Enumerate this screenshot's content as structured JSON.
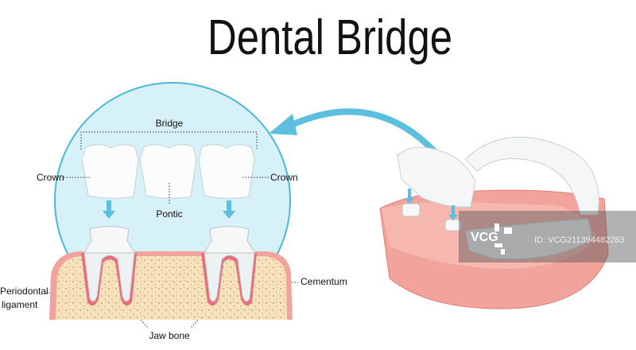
{
  "title": "Dental Bridge",
  "labels": {
    "bridge": "Bridge",
    "crown_left": "Crown",
    "crown_right": "Crown",
    "pontic": "Pontic",
    "cementum": "Cementum",
    "periodontal_1": "Periodontal",
    "periodontal_2": "ligament",
    "jaw_bone": "Jaw bone"
  },
  "watermark": {
    "logo": "VCG",
    "id": "ID: VCG211394482283"
  },
  "colors": {
    "circle_fill": "#d7f1f8",
    "circle_stroke": "#4bb8d6",
    "arrow": "#5bbfdd",
    "gum": "#f2a39b",
    "bone": "#f6e3bd",
    "tooth": "#f4f6f7"
  }
}
